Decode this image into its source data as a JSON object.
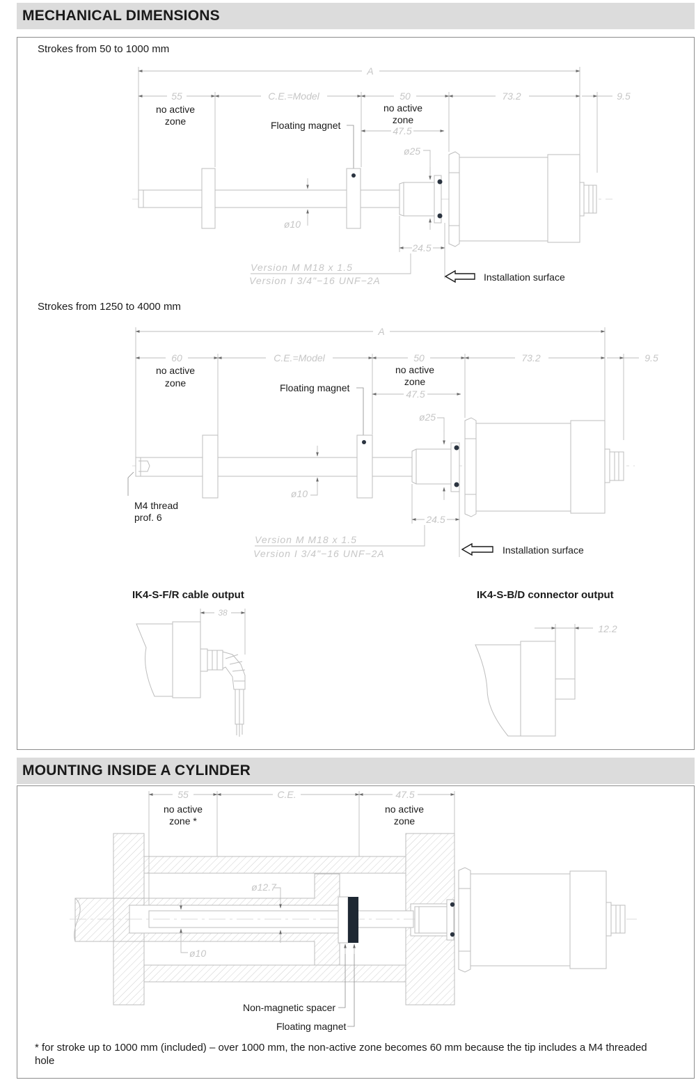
{
  "sections": {
    "mechanical": {
      "title": "MECHANICAL DIMENSIONS"
    },
    "mounting": {
      "title": "MOUNTING INSIDE A CYLINDER"
    }
  },
  "diagram1": {
    "heading": "Strokes from 50 to 1000 mm",
    "dim_a": "A",
    "dim_55": "55",
    "dim_ce": "C.E.=Model",
    "dim_50": "50",
    "dim_73": "73.2",
    "dim_95": "9.5",
    "dim_475": "47.5",
    "dim_d25": "ø25",
    "dim_d10": "ø10",
    "dim_245": "24.5",
    "nz_left_1": "no active",
    "nz_left_2": "zone",
    "nz_right_1": "no active",
    "nz_right_2": "zone",
    "magnet": "Floating magnet",
    "version_m": "Version   M   M18  x  1.5",
    "version_i": "Version   I    3/4\"−16  UNF−2A",
    "install": "Installation surface"
  },
  "diagram2": {
    "heading": "Strokes from 1250 to 4000 mm",
    "dim_a": "A",
    "dim_60": "60",
    "dim_ce": "C.E.=Model",
    "dim_50": "50",
    "dim_73": "73.2",
    "dim_95": "9.5",
    "dim_475": "47.5",
    "dim_d25": "ø25",
    "dim_d10": "ø10",
    "dim_245": "24.5",
    "nz_left_1": "no active",
    "nz_left_2": "zone",
    "nz_right_1": "no active",
    "nz_right_2": "zone",
    "magnet": "Floating magnet",
    "m4_1": "M4 thread",
    "m4_2": "prof. 6",
    "version_m": "Version   M   M18  x  1.5",
    "version_i": "Version   I    3/4\"−16  UNF−2A",
    "install": "Installation surface"
  },
  "outputs": {
    "cable_title": "IK4-S-F/R cable output",
    "cable_dim": "38",
    "connector_title": "IK4-S-B/D connector output",
    "connector_dim": "12.2"
  },
  "cylinder": {
    "dim_55": "55",
    "dim_ce": "C.E.",
    "dim_475": "47.5",
    "nz_left_1": "no active",
    "nz_left_2": "zone *",
    "nz_right_1": "no active",
    "nz_right_2": "zone",
    "dim_d127": "ø12.7",
    "dim_d10": "ø10",
    "spacer": "Non-magnetic spacer",
    "magnet": "Floating magnet",
    "footnote_1": "* for stroke up to 1000 mm (included) – over 1000 mm, the non-active zone becomes 60 mm because the tip includes a M4 threaded",
    "footnote_2": "hole"
  }
}
